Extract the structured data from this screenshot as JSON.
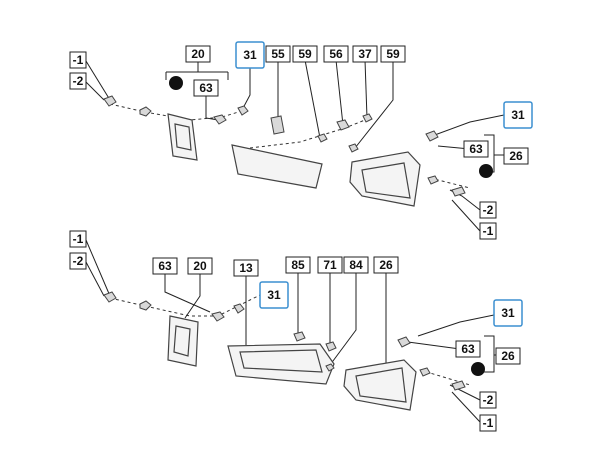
{
  "diagram": {
    "top_callouts": {
      "c1": "-1",
      "c2": "-2",
      "c20": "20",
      "c63": "63",
      "c31": "31",
      "c55": "55",
      "c59a": "59",
      "c56": "56",
      "c37": "37",
      "c59b": "59",
      "c31r": "31",
      "c63r": "63",
      "c26": "26",
      "cm2r": "-2",
      "cm1r": "-1"
    },
    "bottom_callouts": {
      "c1": "-1",
      "c2": "-2",
      "c63": "63",
      "c20": "20",
      "c13": "13",
      "c85": "85",
      "c71": "71",
      "c84": "84",
      "c26": "26",
      "c31": "31",
      "c31r": "31",
      "c63r": "63",
      "c26r": "26",
      "cm2r": "-2",
      "cm1r": "-1"
    },
    "highlight_color": "#3b8fd0"
  }
}
